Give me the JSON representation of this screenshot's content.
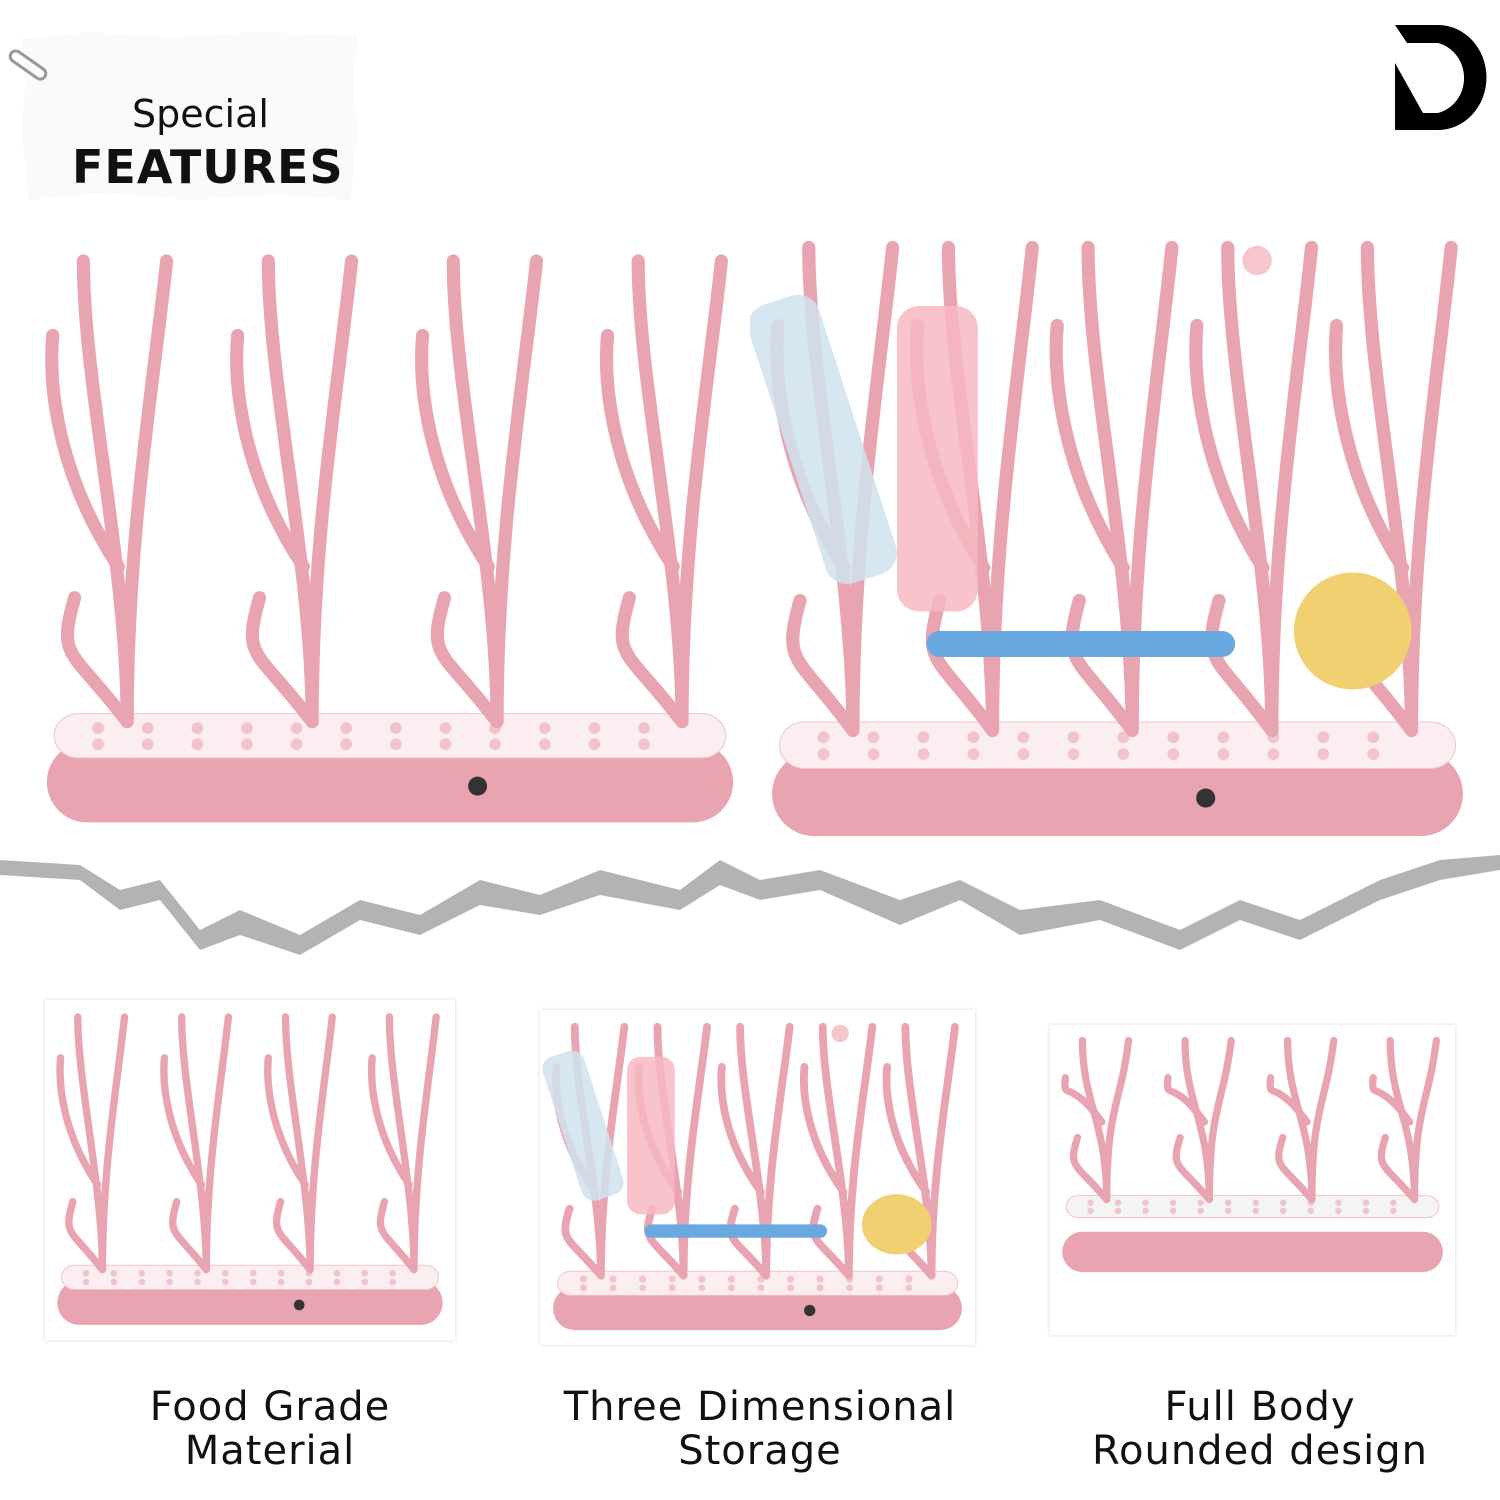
{
  "header": {
    "line1": "Special",
    "line2": "FEATURES"
  },
  "brand": {
    "logo": "D-logo"
  },
  "colors": {
    "pink": "#e8a4b0",
    "pink_light": "#f2c3cb",
    "tray_white": "#fbeef0",
    "sponge": "#f0d070",
    "blue": "#6aa8e0"
  },
  "features": [
    {
      "line1": "Food Grade",
      "line2": "Material"
    },
    {
      "line1": "Three Dimensional",
      "line2": "Storage"
    },
    {
      "line1": "Full Body",
      "line2": "Rounded design"
    }
  ]
}
